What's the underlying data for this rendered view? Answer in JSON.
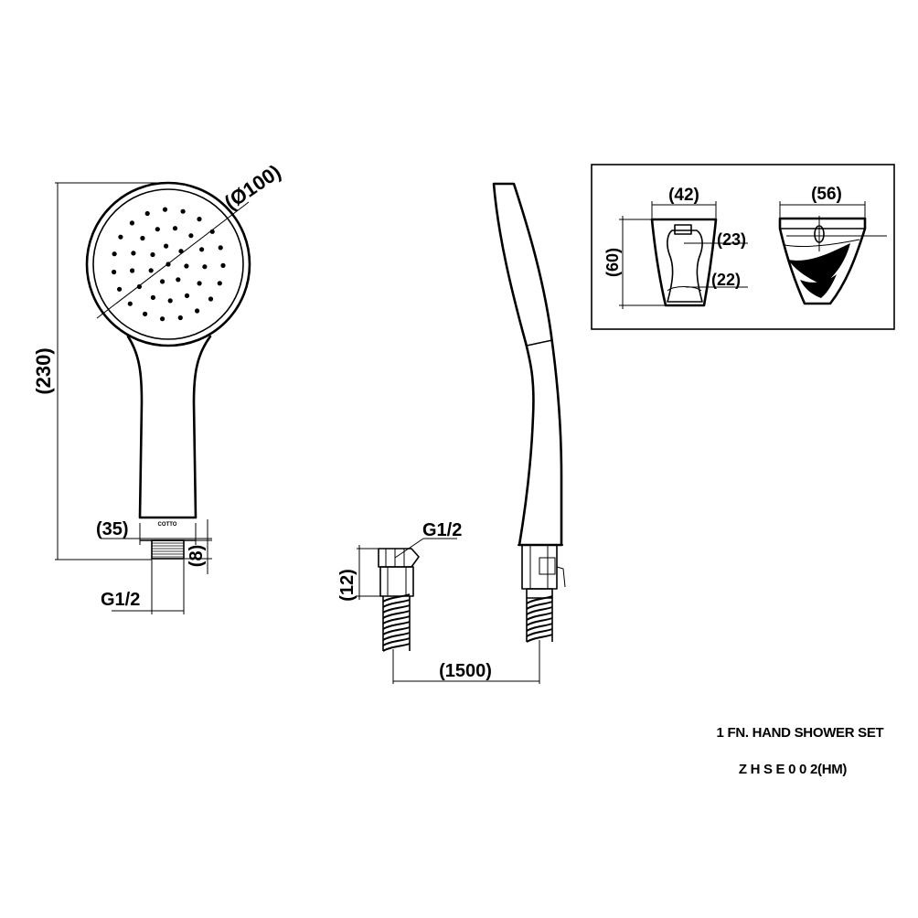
{
  "dimensions": {
    "diameter": "(Ø100)",
    "overall_length": "(230)",
    "neck_width": "(35)",
    "thread_height": "(8)",
    "thread_head": "G1/2",
    "thread_hose": "G1/2",
    "nut_height": "(12)",
    "hose_length": "(1500)",
    "holder_width": "(42)",
    "holder_height": "(60)",
    "holder_upper": "(23)",
    "holder_lower": "(22)",
    "holder_depth": "(56)"
  },
  "handle_logo": "COTTO",
  "title_block": {
    "name": "1 FN. HAND SHOWER SET",
    "code": "Z H S E 0 0 2(HM)"
  }
}
